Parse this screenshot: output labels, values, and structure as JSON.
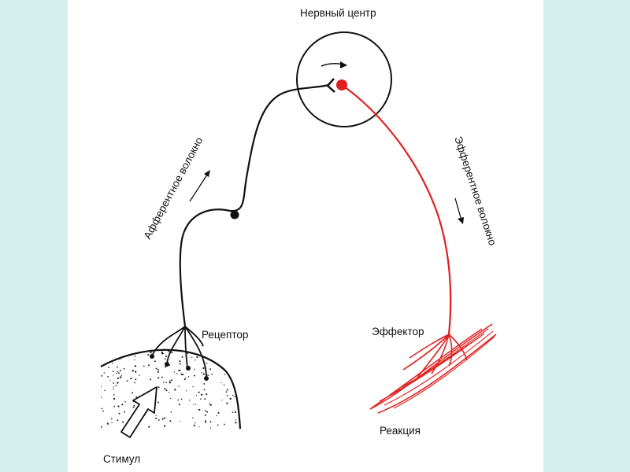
{
  "labels": {
    "center": "Нервный центр",
    "afferent": "Афферентное волокно",
    "efferent": "Эфферентное волокно",
    "receptor": "Рецептор",
    "effector": "Эффектор",
    "reaction": "Реакция",
    "stimulus": "Стимул"
  },
  "colors": {
    "background": "#d4f0ec",
    "slide": "#ffffff",
    "afferent_line": "#111111",
    "efferent_line": "#e02020"
  }
}
